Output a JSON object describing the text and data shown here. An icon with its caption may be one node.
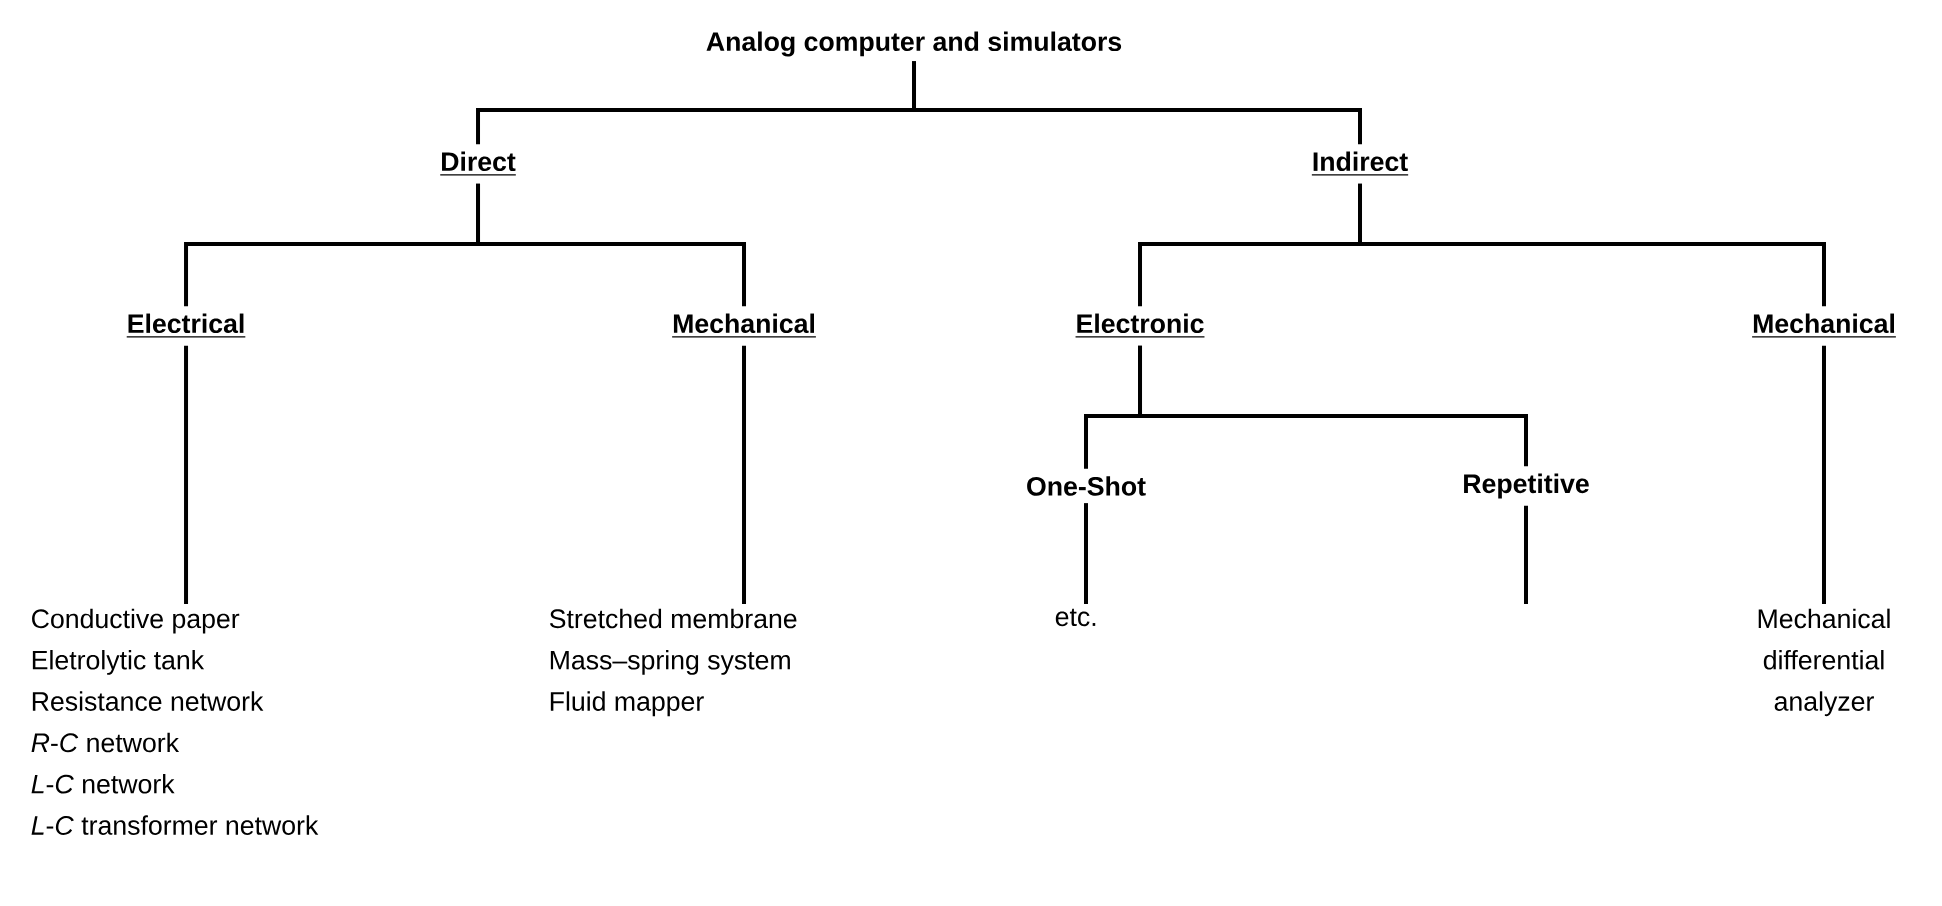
{
  "diagram": {
    "nodes": [
      {
        "text": [
          "Analog computer and simulators"
        ]
      },
      {
        "text": [
          "Direct"
        ]
      },
      {
        "text": [
          "Indirect"
        ]
      },
      {
        "text": [
          "Electrical"
        ]
      },
      {
        "text": [
          "Mechanical"
        ]
      },
      {
        "text": [
          "Electronic"
        ]
      },
      {
        "text": [
          "Mechanical"
        ]
      },
      {
        "text": [
          "One-Shot"
        ]
      },
      {
        "text": [
          "Repetitive"
        ]
      },
      {
        "text": [
          "Conductive paper",
          "Eletrolytic tank",
          "Resistance network",
          "*R*-*C* network",
          "*L*-*C* network",
          "*L*-*C* transformer network"
        ]
      },
      {
        "text": [
          "Stretched membrane",
          "Mass–spring system",
          "Fluid mapper"
        ]
      },
      {
        "text": [
          "etc."
        ]
      },
      {
        "text": [
          "Mechanical differential analyzer"
        ]
      }
    ],
    "edges": [
      {
        "from": 0,
        "to": 1,
        "arrow": "none"
      },
      {
        "from": 0,
        "to": 2,
        "arrow": "none"
      },
      {
        "from": 1,
        "to": 3,
        "arrow": "none"
      },
      {
        "from": 1,
        "to": 4,
        "arrow": "none"
      },
      {
        "from": 2,
        "to": 5,
        "arrow": "none"
      },
      {
        "from": 2,
        "to": 6,
        "arrow": "none"
      },
      {
        "from": 5,
        "to": 7,
        "arrow": "none"
      },
      {
        "from": 5,
        "to": 8,
        "arrow": "none"
      },
      {
        "from": 3,
        "to": 9,
        "arrow": "none"
      },
      {
        "from": 4,
        "to": 10,
        "arrow": "none"
      },
      {
        "from": 7,
        "to": 11,
        "arrow": "none"
      },
      {
        "from": 8,
        "to": null,
        "arrow": "none"
      },
      {
        "from": 6,
        "to": 12,
        "arrow": "none"
      }
    ]
  }
}
